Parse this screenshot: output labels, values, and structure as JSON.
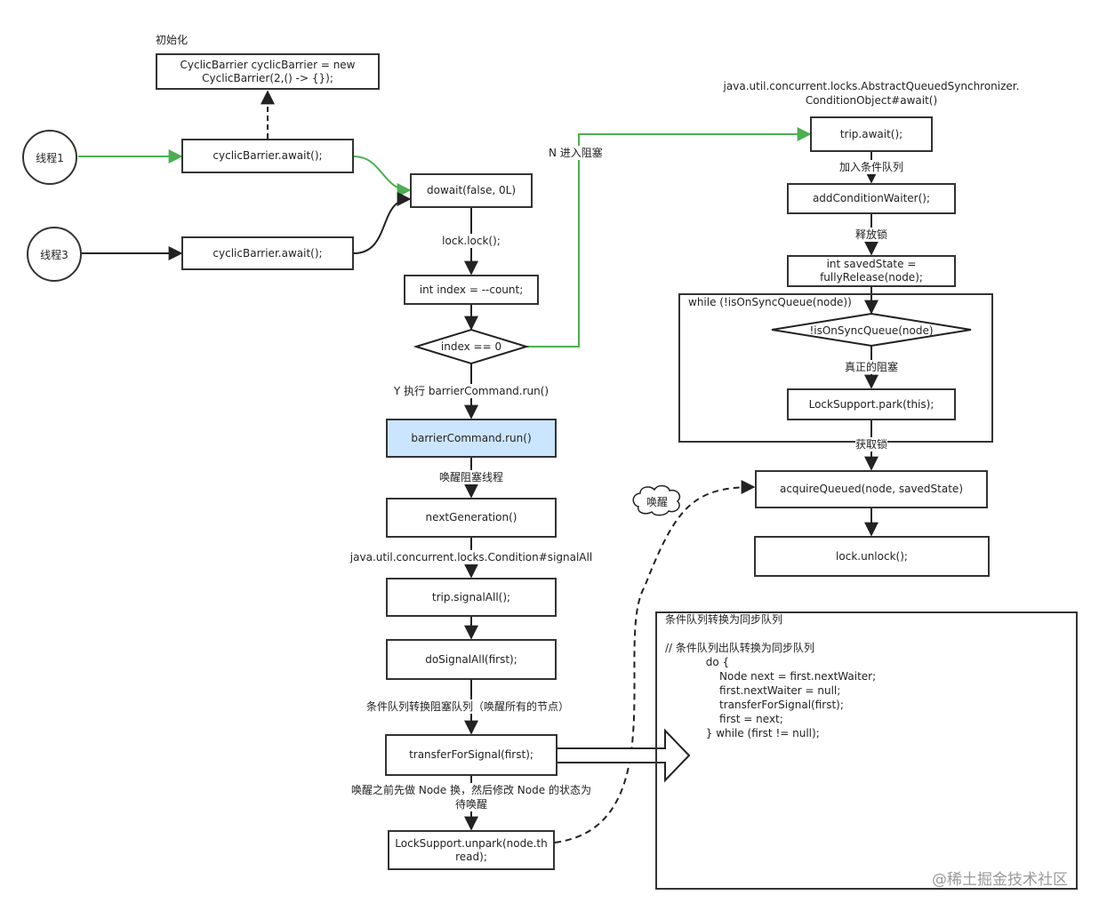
{
  "init_label": "初始化",
  "init_box": "CyclicBarrier cyclicBarrier = new CyclicBarrier(2,() -> {});",
  "thread1": "线程1",
  "thread3": "线程3",
  "await1": "cyclicBarrier.await();",
  "await3": "cyclicBarrier.await();",
  "dowait": "dowait(false, 0L)",
  "lock_lock": "lock.lock();",
  "index_box": "int index = --count;",
  "diamond_index": "index == 0",
  "y_label": "Y 执行 barrierCommand.run()",
  "barrier_run": "barrierCommand.run()",
  "wake_label": "唤醒阻塞线程",
  "next_gen": "nextGeneration()",
  "signal_all_label": "java.util.concurrent.locks.Condition#signalAll",
  "trip_signal": "trip.signalAll();",
  "do_signal": "doSignalAll(first);",
  "cond_transfer_label": "条件队列转换阻塞队列（唤醒所有的节点）",
  "transfer_signal": "transferForSignal(first);",
  "before_wake_line1": "唤醒之前先做 Node 换，然后修改 Node 的状态为",
  "before_wake_line2": "待唤醒",
  "unpark": "LockSupport.unpark(node.thread);",
  "n_label": "N 进入阻塞",
  "aqs_label_line1": "java.util.concurrent.locks.AbstractQueuedSynchronizer.",
  "aqs_label_line2": "ConditionObject#await()",
  "trip_await": "trip.await();",
  "add_cond_label": "加入条件队列",
  "add_cond_waiter": "addConditionWaiter();",
  "release_label": "释放锁",
  "full_release": "int savedState = fullyRelease(node);",
  "while_label": "while (!isOnSyncQueue(node))",
  "diamond_sync": "!isOnSyncQueue(node)",
  "real_block_label": "真正的阻塞",
  "park": "LockSupport.park(this);",
  "acquire_label": "获取锁",
  "acquire_queued": "acquireQueued(node, savedState)",
  "unlock": "lock.unlock();",
  "wake_cloud": "唤醒",
  "code_title": "条件队列转换为同步队列",
  "code_lines": [
    "// 条件队列出队转换为同步队列",
    "            do {",
    "                Node next = first.nextWaiter;",
    "                first.nextWaiter = null;",
    "                transferForSignal(first);",
    "                first = next;",
    "            } while (first != null);"
  ],
  "watermark": "@稀土掘金技术社区",
  "colors": {
    "green_arrow": "#4caf50",
    "highlight": "#cce5ff",
    "stroke": "#333333"
  }
}
